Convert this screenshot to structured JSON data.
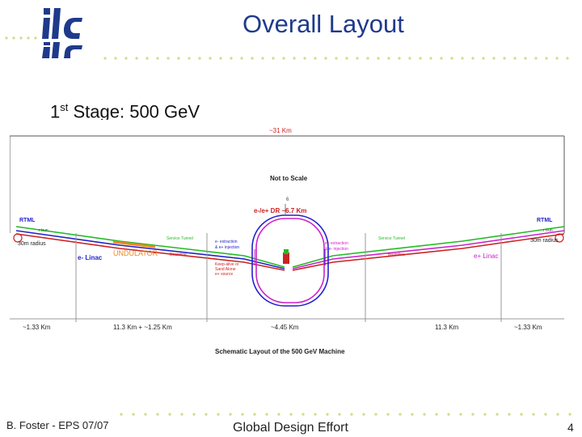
{
  "slide": {
    "title": "Overall Layout",
    "subtitle_prefix": "1",
    "subtitle_sup": "st",
    "subtitle_rest": " Stage: 500 GeV",
    "logo": "ilc-logo"
  },
  "footer": {
    "left": "B. Foster - EPS 07/07",
    "center": "Global Design Effort",
    "page_number": "4"
  },
  "diagram": {
    "top_length": "~31 Km",
    "not_to_scale": "Not to Scale",
    "damping_ring": "e-/e+ DR ~6.7 Km",
    "dr_small": "6",
    "rtml_left": "RTML",
    "rtml_right": "RTML",
    "radius_left": "30m radius",
    "radius_right": "30m radius",
    "e_linac": "e- Linac",
    "p_linac": "e+ Linac",
    "undulator": "UNDULATOR",
    "service_tunnel_left": "Service Tunnel",
    "service_tunnel_right": "Service Tunnel",
    "beamline_left": "Beamline",
    "beamline_right": "Beamline",
    "e_ext_left": "e- extraction",
    "e_inj_left": "& e+ injection",
    "e_ext_right": "e+ extraction",
    "e_inj_right": "& e- injection",
    "keep_alive_1": "Keep-alive or",
    "keep_alive_2": "Sand Alone",
    "keep_alive_3": "e+ source",
    "small_left": "r trun",
    "small_right": "r trun",
    "dim1": "~1.33 Km",
    "dim2": "11.3 Km + ~1.25 Km",
    "dim3": "~4.45 Km",
    "dim4": "11.3 Km",
    "dim5": "~1.33 Km",
    "caption": "Schematic Layout of the 500 GeV Machine"
  },
  "colors": {
    "title": "#1f3a8c",
    "dots": "#d4d98a",
    "electron": "#2222cc",
    "positron": "#cc22cc",
    "service": "#22bb22",
    "beamline": "#cc2222",
    "undulator": "#ee8822"
  }
}
